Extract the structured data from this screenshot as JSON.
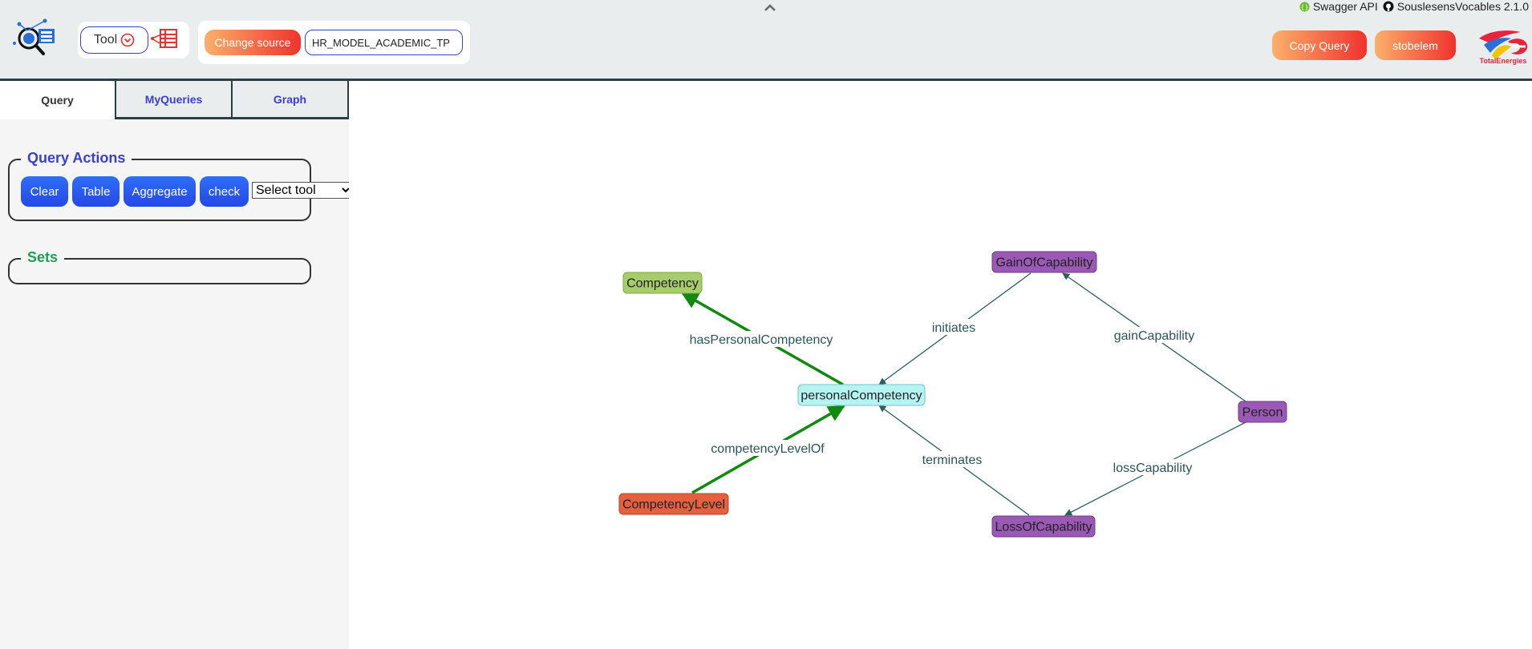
{
  "header": {
    "top_links": {
      "swagger": "Swagger API",
      "repo": "SouslesensVocables 2.1.0"
    },
    "tool_label": "Tool",
    "change_source_label": "Change source",
    "source_value": "HR_MODEL_ACADEMIC_TP",
    "copy_query_label": "Copy Query",
    "user_label": "stobelem",
    "brand_name": "TotalEnergies"
  },
  "tabs": [
    {
      "label": "Query",
      "active": true
    },
    {
      "label": "MyQueries",
      "active": false
    },
    {
      "label": "Graph",
      "active": false
    }
  ],
  "query_actions": {
    "title": "Query Actions",
    "buttons": {
      "clear": "Clear",
      "table": "Table",
      "aggregate": "Aggregate",
      "check": "check"
    },
    "select_value": "Select tool"
  },
  "sets": {
    "title": "Sets"
  },
  "colors": {
    "accent_blue": "#3a3fd4",
    "header_bg": "#e9eded",
    "green_edge": "#0f8a0f",
    "teal_edge": "#2c5f62"
  },
  "graph": {
    "nodes": [
      {
        "id": "competency",
        "label": "Competency",
        "fill": "#a7cc6a",
        "stroke": "#7fa84a"
      },
      {
        "id": "personalCompetency",
        "label": "personalCompetency",
        "fill": "#b6f3f3",
        "stroke": "#6cc8c8"
      },
      {
        "id": "competencyLevel",
        "label": "CompetencyLevel",
        "fill": "#e5603e",
        "stroke": "#b8452a"
      },
      {
        "id": "gainOfCapability",
        "label": "GainOfCapability",
        "fill": "#9b59b6",
        "stroke": "#6f3d85"
      },
      {
        "id": "lossOfCapability",
        "label": "LossOfCapability",
        "fill": "#9b59b6",
        "stroke": "#6f3d85"
      },
      {
        "id": "person",
        "label": "Person",
        "fill": "#9b59b6",
        "stroke": "#6f3d85"
      }
    ],
    "edges": [
      {
        "id": "hasPersonalCompetency",
        "label": "hasPersonalCompetency",
        "from": "personalCompetency",
        "to": "competency",
        "color": "green"
      },
      {
        "id": "competencyLevelOf",
        "label": "competencyLevelOf",
        "from": "competencyLevel",
        "to": "personalCompetency",
        "color": "green"
      },
      {
        "id": "initiates",
        "label": "initiates",
        "from": "gainOfCapability",
        "to": "personalCompetency",
        "color": "teal"
      },
      {
        "id": "terminates",
        "label": "terminates",
        "from": "lossOfCapability",
        "to": "personalCompetency",
        "color": "teal"
      },
      {
        "id": "gainCapability",
        "label": "gainCapability",
        "from": "person",
        "to": "gainOfCapability",
        "color": "teal"
      },
      {
        "id": "lossCapability",
        "label": "lossCapability",
        "from": "person",
        "to": "lossOfCapability",
        "color": "teal"
      }
    ]
  }
}
